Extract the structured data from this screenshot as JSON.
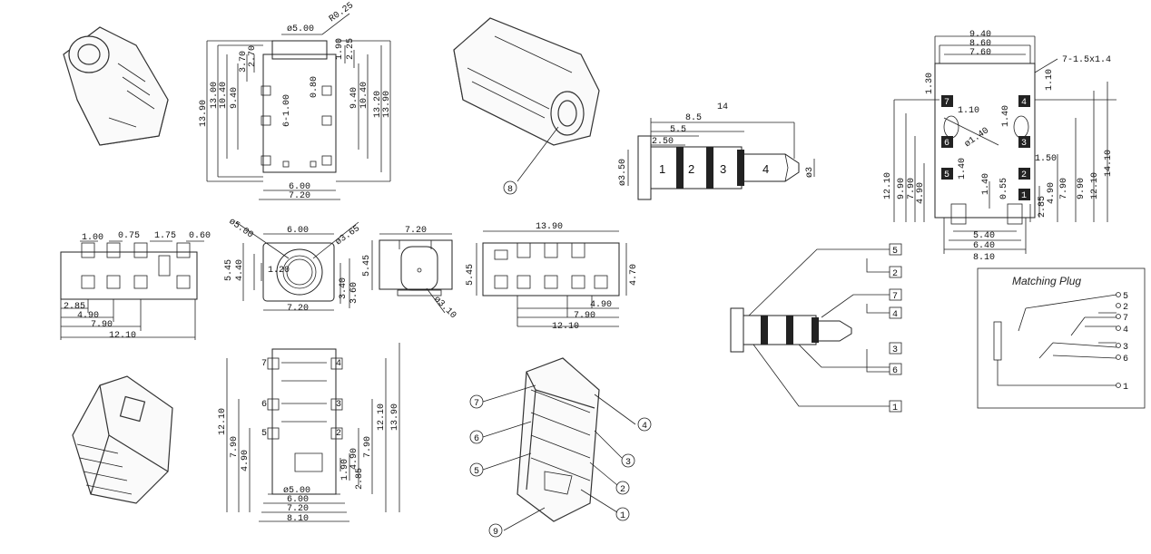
{
  "top_view": {
    "dims_top": [
      "ø5.00",
      "R0.25"
    ],
    "dims_left": [
      "13.90",
      "13.00",
      "10.40",
      "9.40",
      "3.70",
      "2.70"
    ],
    "dims_mid": [
      "6-1.00",
      "0.80"
    ],
    "dims_right": [
      "1.90",
      "2.25",
      "9.40",
      "10.40",
      "13.20",
      "13.90"
    ],
    "dims_bottom": [
      "6.00",
      "7.20"
    ]
  },
  "plug": {
    "dims": [
      "14",
      "8.5",
      "5.5",
      "2.50"
    ],
    "dia_left": "ø3.50",
    "dia_right": "ø3",
    "segments": [
      "1",
      "2",
      "3",
      "4"
    ]
  },
  "callouts": {
    "iso_top": "8",
    "iso_bottom": [
      "7",
      "6",
      "5",
      "9",
      "4",
      "3",
      "2",
      "1"
    ]
  },
  "side_view": {
    "dims_top": [
      "1.00",
      "0.75",
      "1.75",
      "0.60"
    ],
    "dims_bottom": [
      "2.85",
      "4.90",
      "7.90",
      "12.10"
    ]
  },
  "front_view": {
    "dims": [
      "ø5.00",
      "6.00",
      "ø3.65",
      "5.45",
      "4.40",
      "1.20",
      "3.40",
      "3.60",
      "7.20"
    ]
  },
  "back_view": {
    "dims": [
      "7.20",
      "5.45",
      "ø3.10"
    ]
  },
  "right_side_view": {
    "dims": [
      "13.90",
      "5.45",
      "4.70",
      "4.90",
      "7.90",
      "12.10"
    ]
  },
  "bottom_view": {
    "pins": [
      "7",
      "6",
      "5",
      "4",
      "3",
      "2"
    ],
    "dims_left": [
      "12.10",
      "7.90",
      "4.90"
    ],
    "dims_right": [
      "12.10",
      "13.90",
      "7.90",
      "4.90",
      "1.90",
      "2.85"
    ],
    "dims_bottom": [
      "ø5.00",
      "6.00",
      "7.20",
      "8.10"
    ]
  },
  "pcb_layout": {
    "dims_top": [
      "9.40",
      "8.60",
      "7.60"
    ],
    "note": "7-1.5x1.4",
    "pins": [
      "7",
      "6",
      "5",
      "4",
      "3",
      "2",
      "1"
    ],
    "dims_inner": [
      "1.30",
      "1.10",
      "1.10",
      "1.40",
      "ø1.40",
      "1.40",
      "1.40",
      "0.55",
      "1.50"
    ],
    "dims_left": [
      "12.10",
      "9.90",
      "7.90",
      "4.90"
    ],
    "dims_right": [
      "7.90",
      "9.90",
      "12.10",
      "14.10",
      "4.90",
      "2.85"
    ],
    "dims_bottom": [
      "5.40",
      "6.40",
      "8.10"
    ]
  },
  "wiring": {
    "labels": [
      "5",
      "2",
      "7",
      "4",
      "3",
      "6",
      "1"
    ]
  },
  "matching_plug": {
    "title": "Matching Plug",
    "pins": [
      "5",
      "2",
      "7",
      "4",
      "3",
      "6",
      "1"
    ]
  }
}
